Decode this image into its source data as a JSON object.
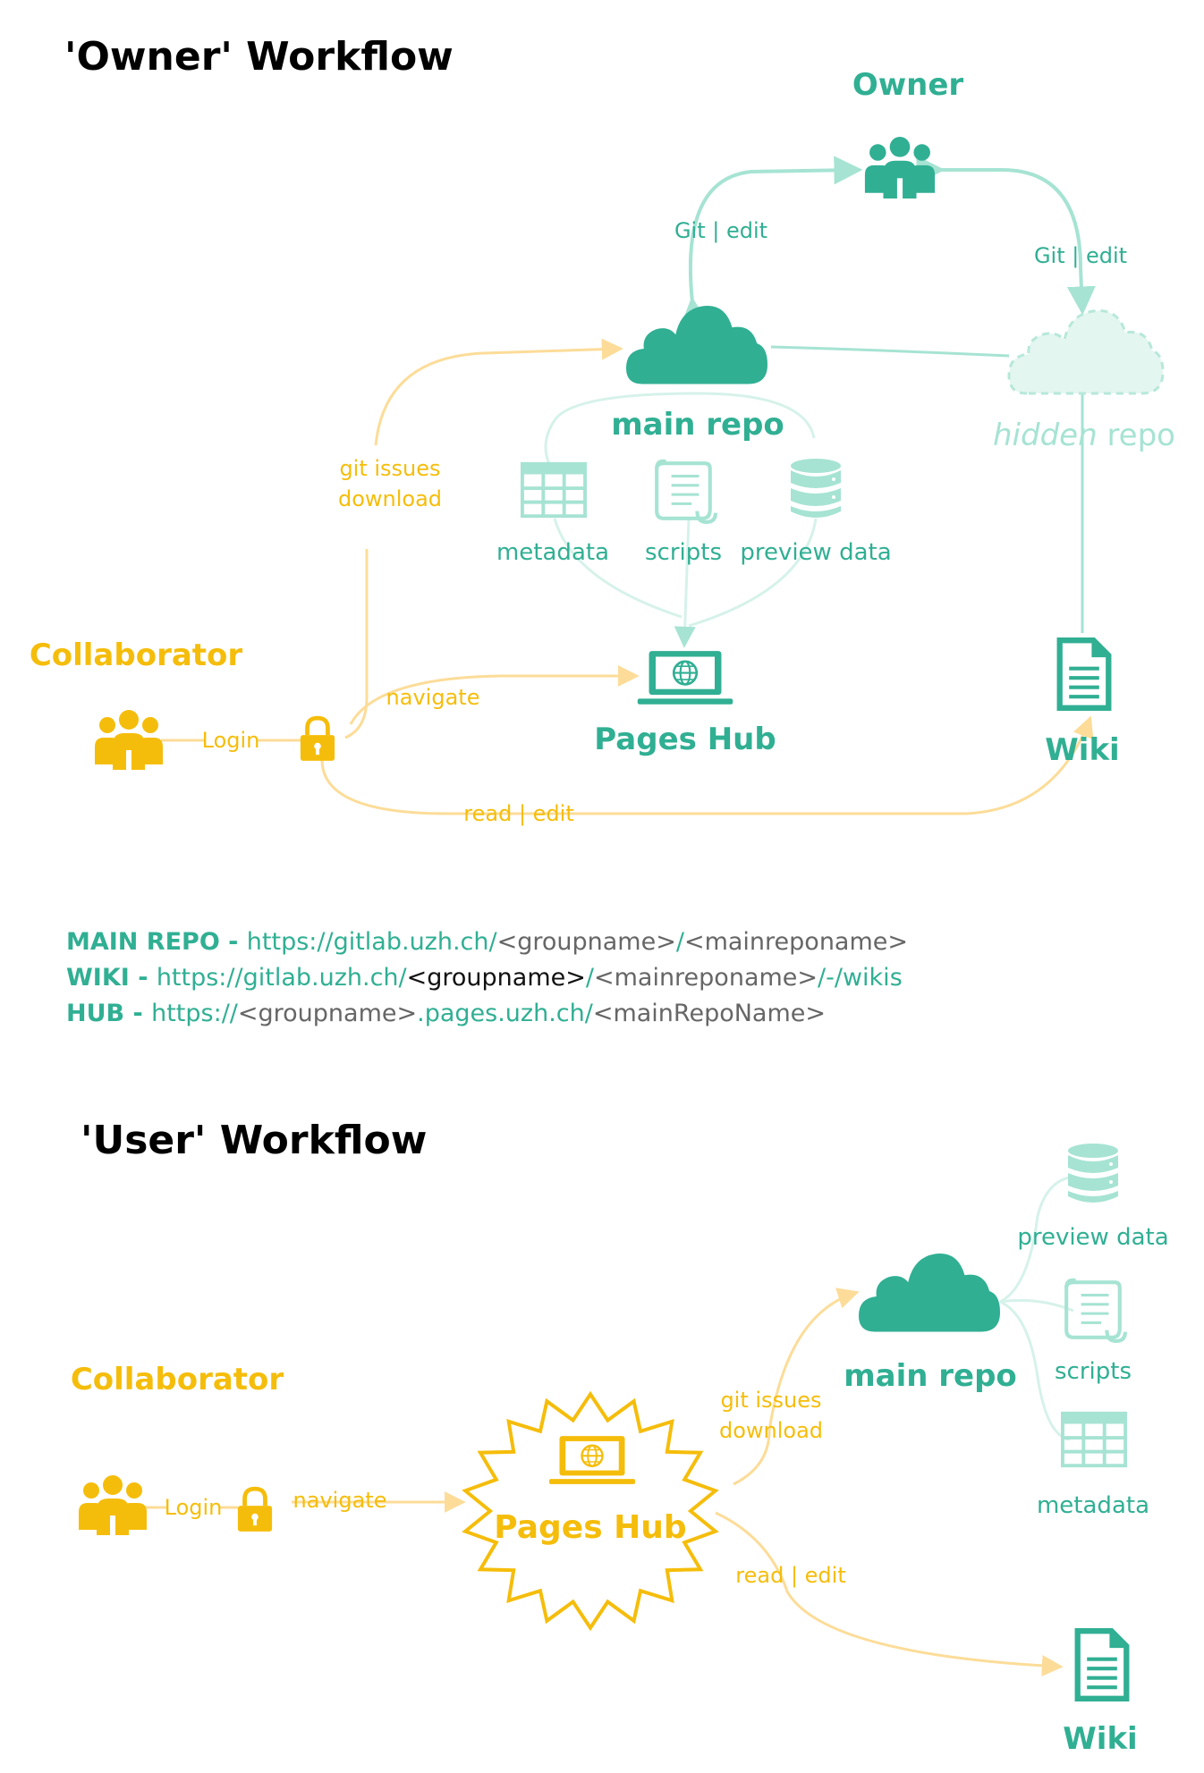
{
  "colors": {
    "teal": "#30af93",
    "teal_light": "#a6e3d3",
    "teal_very_light": "#d6f2ea",
    "yellow": "#f5bd0b",
    "yellow_light": "#fcdc98",
    "grey_text": "#666666"
  },
  "owner_workflow": {
    "title": "'Owner' Workflow",
    "owner_label": "Owner",
    "git_edit_left": "Git | edit",
    "git_edit_right": "Git | edit",
    "main_repo": "main repo",
    "hidden_repo_italic": "hidden",
    "hidden_repo_rest": " repo",
    "metadata": "metadata",
    "scripts": "scripts",
    "preview_data": "preview data",
    "collaborator": "Collaborator",
    "login": "Login",
    "git_issues": "git issues",
    "download": "download",
    "navigate": "navigate",
    "pages_hub": "Pages Hub",
    "wiki": "Wiki",
    "read_edit": "read | edit"
  },
  "urls": {
    "main_repo": {
      "label": "MAIN REPO - ",
      "parts": [
        "https://gitlab.uzh.ch/",
        "<groupname>",
        "/",
        "<mainreponame>"
      ]
    },
    "wiki": {
      "label": "WIKI - ",
      "parts": [
        "https://gitlab.uzh.ch/",
        "<groupname>",
        "/",
        "<mainreponame>",
        "/-/wikis"
      ]
    },
    "hub": {
      "label": "HUB - ",
      "parts": [
        "https://",
        "<groupname>",
        ".pages.uzh.ch/",
        "<mainRepoName>"
      ]
    }
  },
  "user_workflow": {
    "title": "'User' Workflow",
    "collaborator": "Collaborator",
    "login": "Login",
    "navigate": "navigate",
    "pages_hub": "Pages Hub",
    "git_issues": "git issues",
    "download": "download",
    "main_repo": "main repo",
    "preview_data": "preview data",
    "scripts": "scripts",
    "metadata": "metadata",
    "read_edit": "read | edit",
    "wiki": "Wiki"
  },
  "icons": [
    "people-icon",
    "cloud-icon",
    "hidden-cloud-icon",
    "table-icon",
    "scroll-icon",
    "database-icon",
    "laptop-globe-icon",
    "document-icon",
    "lock-icon",
    "starburst-icon"
  ]
}
